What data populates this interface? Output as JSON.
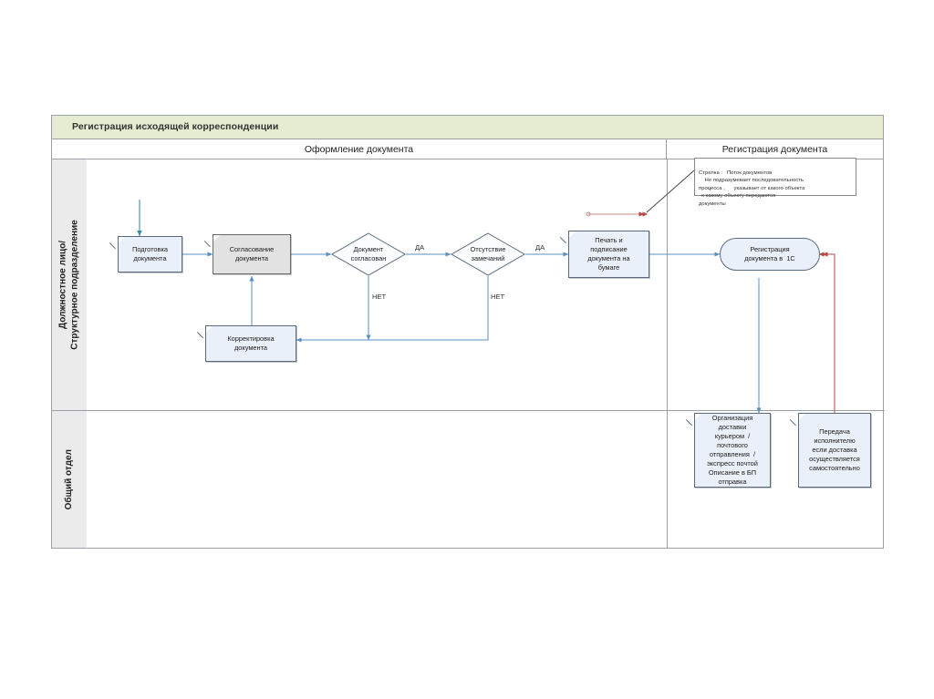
{
  "diagram": {
    "title": "Регистрация исходящей корреспонденции",
    "phases": [
      {
        "label": "Оформление документа"
      },
      {
        "label": "Регистрация документа"
      }
    ],
    "lanes": [
      {
        "label": "Должностное лицо/\nСтруктурное подразделение"
      },
      {
        "label": "Общий отдел"
      }
    ],
    "nodes": {
      "prepare": "Подготовка\nдокумента",
      "approve": "Согласование\nдокумента",
      "correct": "Корректировка\nдокумента",
      "decision_approved": "Документ\nсогласован",
      "decision_no_remarks": "Отсутствие\nзамечаний",
      "print_sign": "Печать и\nподписание\nдокумента на\nбумаге",
      "register_1c": "Регистрация\nдокумента в  1С",
      "delivery": "Организация\nдоставки\nкурьером  /\nпочтового\nотправления  /\nэкспресс почтой\nОписание в БП\nотправка",
      "handover": "Передача\nисполнителю\nесли доставка\nосуществляется\nсамостоятельно"
    },
    "edge_labels": {
      "yes_1": "ДА",
      "yes_2": "ДА",
      "no_1": "НЕТ",
      "no_2": "НЕТ"
    },
    "note": {
      "text": "Стрелка :   Поток документов\n    Не подразумевает последовательность\nпроцесса ,      указывает от какого объекта\n  к какому объекту передаются\nдокументы"
    },
    "colors": {
      "title_band": "#e6ecd2",
      "process_fill": "#eaf0f9",
      "process_grey_fill": "#e2e2e2",
      "connector_blue": "#6f9ec4",
      "connector_teal": "#3d8fa8",
      "connector_red": "#b44a4a",
      "border": "#9aa0a6"
    }
  }
}
